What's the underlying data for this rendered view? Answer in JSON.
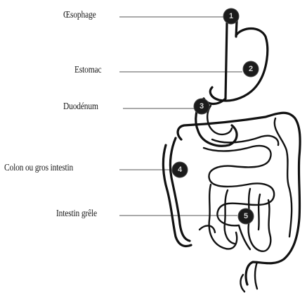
{
  "labels": [
    {
      "number": "1",
      "text": "Œsophage"
    },
    {
      "number": "2",
      "text": "Estomac"
    },
    {
      "number": "3",
      "text": "Duodénum"
    },
    {
      "number": "4",
      "text": "Colon ou gros intestin"
    },
    {
      "number": "5",
      "text": "Intestin grêle"
    }
  ]
}
